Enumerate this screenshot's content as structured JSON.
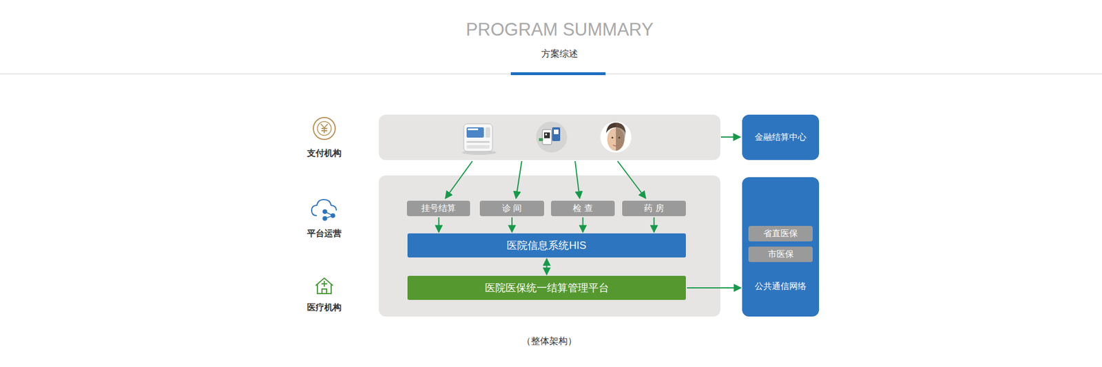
{
  "diagram": {
    "title": "PROGRAM SUMMARY",
    "caption": "（整体架构）",
    "nodes": [
      {
        "text": [
          "金融结算中心"
        ]
      },
      {
        "text": [
          "挂号结算"
        ]
      },
      {
        "text": [
          "诊 间"
        ]
      },
      {
        "text": [
          "检 查"
        ]
      },
      {
        "text": [
          "药 房"
        ]
      },
      {
        "text": [
          "医院信息系统HIS"
        ]
      },
      {
        "text": [
          "公共通信网络"
        ]
      },
      {
        "text": [
          "省直医保"
        ],
        "in": 6
      },
      {
        "text": [
          "市医保"
        ],
        "in": 6
      },
      {
        "text": [
          "医院医保统一结算管理平台"
        ]
      }
    ],
    "edges": [
      {
        "from": 1,
        "to": 5,
        "arrow": "to"
      },
      {
        "from": 2,
        "to": 5,
        "arrow": "to"
      },
      {
        "from": 3,
        "to": 5,
        "arrow": "to"
      },
      {
        "from": 4,
        "to": 5,
        "arrow": "to"
      },
      {
        "from": 5,
        "to": 9,
        "arrow": "both"
      },
      {
        "from": 9,
        "to": 6,
        "arrow": "to"
      }
    ],
    "labels": [
      "方案综述",
      "支付机构",
      "平台运营",
      "医疗机构"
    ]
  }
}
